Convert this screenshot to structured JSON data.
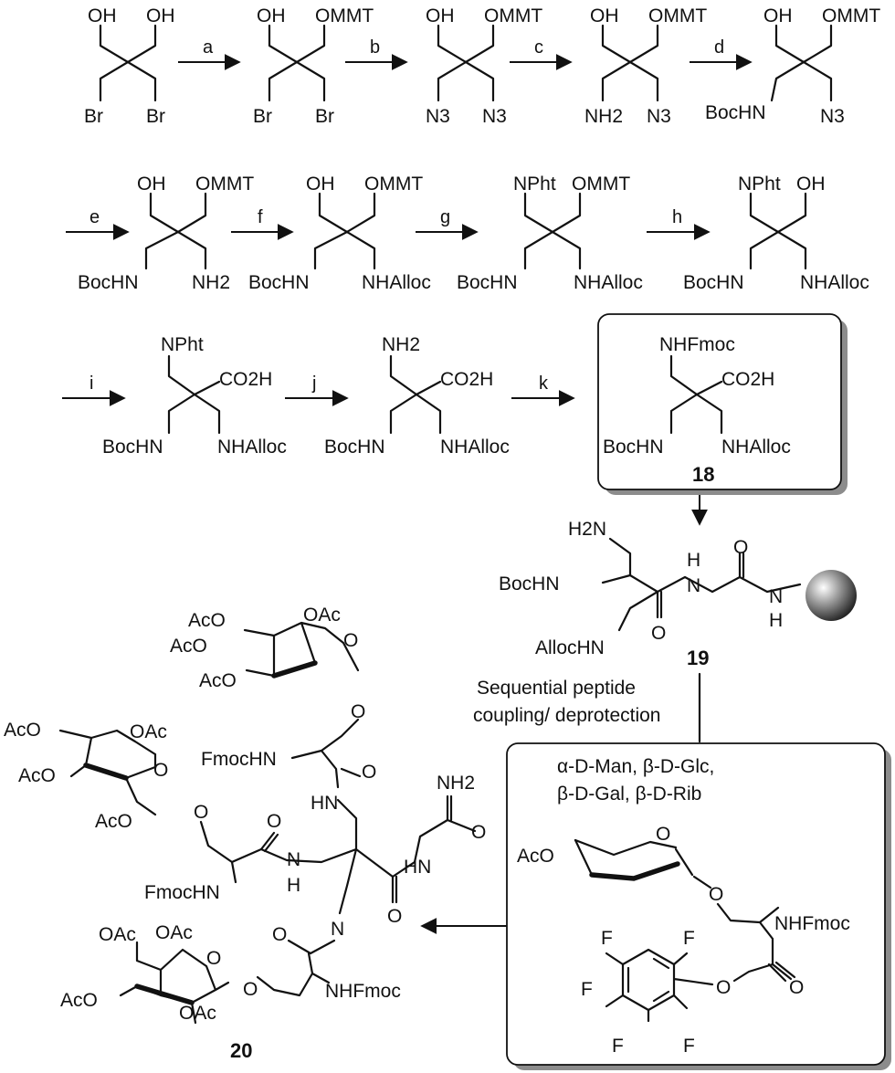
{
  "steps": [
    "a",
    "b",
    "c",
    "d",
    "e",
    "f",
    "g",
    "h",
    "i",
    "j",
    "k"
  ],
  "row1": {
    "c1": {
      "tl": "OH",
      "tr": "OH",
      "bl": "Br",
      "br": "Br"
    },
    "c2": {
      "tl": "OH",
      "tr": "OMMT",
      "bl": "Br",
      "br": "Br"
    },
    "c3": {
      "tl": "OH",
      "tr": "OMMT",
      "bl": "N3",
      "br": "N3"
    },
    "c4": {
      "tl": "OH",
      "tr": "OMMT",
      "bl": "NH2",
      "br": "N3"
    },
    "c5": {
      "tl": "OH",
      "tr": "OMMT",
      "bl": "BocHN",
      "br": "N3"
    }
  },
  "row2": {
    "c1": {
      "tl": "OH",
      "tr": "OMMT",
      "bl": "BocHN",
      "br": "NH2"
    },
    "c2": {
      "tl": "OH",
      "tr": "OMMT",
      "bl": "BocHN",
      "br": "NHAlloc"
    },
    "c3": {
      "tl": "NPht",
      "tr": "OMMT",
      "bl": "BocHN",
      "br": "NHAlloc"
    },
    "c4": {
      "tl": "NPht",
      "tr": "OH",
      "bl": "BocHN",
      "br": "NHAlloc"
    }
  },
  "row3": {
    "c1": {
      "top": "NPht",
      "acid": "CO2H",
      "bl": "BocHN",
      "br": "NHAlloc"
    },
    "c2": {
      "top": "NH2",
      "acid": "CO2H",
      "bl": "BocHN",
      "br": "NHAlloc"
    },
    "c3": {
      "top": "NHFmoc",
      "acid": "CO2H",
      "bl": "BocHN",
      "br": "NHAlloc",
      "number": "18"
    }
  },
  "compound19": {
    "number": "19",
    "amine": "H2N",
    "boc": "BocHN",
    "alloc": "AllocHN",
    "amide_nh": "N",
    "amide_h": "H",
    "carbonyl_o": "O",
    "resin_nh": "N",
    "resin_h": "H"
  },
  "conditions": {
    "line1": "Sequential peptide",
    "line2": "coupling/ deprotection"
  },
  "building_block": {
    "sugars_line1": "α-D-Man, β-D-Glc,",
    "sugars_line2": "β-D-Gal, β-D-Rib",
    "aco": "AcO",
    "ring_o": "O",
    "glyco_o": "O",
    "nhfmoc": "NHFmoc",
    "ester_o": "O",
    "carbonyl_o": "O",
    "fluorines": [
      "F",
      "F",
      "F",
      "F",
      "F"
    ]
  },
  "compound20": {
    "number": "20",
    "man": {
      "aco1": "AcO",
      "aco2": "AcO",
      "aco3": "AcO",
      "oac": "OAc",
      "ring_o": "O",
      "link_o": "O"
    },
    "glc": {
      "aco1": "AcO",
      "aco2": "AcO",
      "aco3": "AcO",
      "oac": "OAc",
      "ring_o": "O",
      "link_o": "O"
    },
    "gal": {
      "oac1": "OAc",
      "oac2": "OAc",
      "oac3": "OAc",
      "aco": "AcO",
      "ring_o": "O",
      "link_o": "O"
    },
    "fmochn1": "FmocHN",
    "fmochn2": "FmocHN",
    "nhfmoc": "NHFmoc",
    "hn1": "HN",
    "hn2": "HN",
    "nh1": "N",
    "h1": "H",
    "nh2_label": "NH2",
    "amide_o": [
      "O",
      "O",
      "O",
      "O"
    ]
  }
}
